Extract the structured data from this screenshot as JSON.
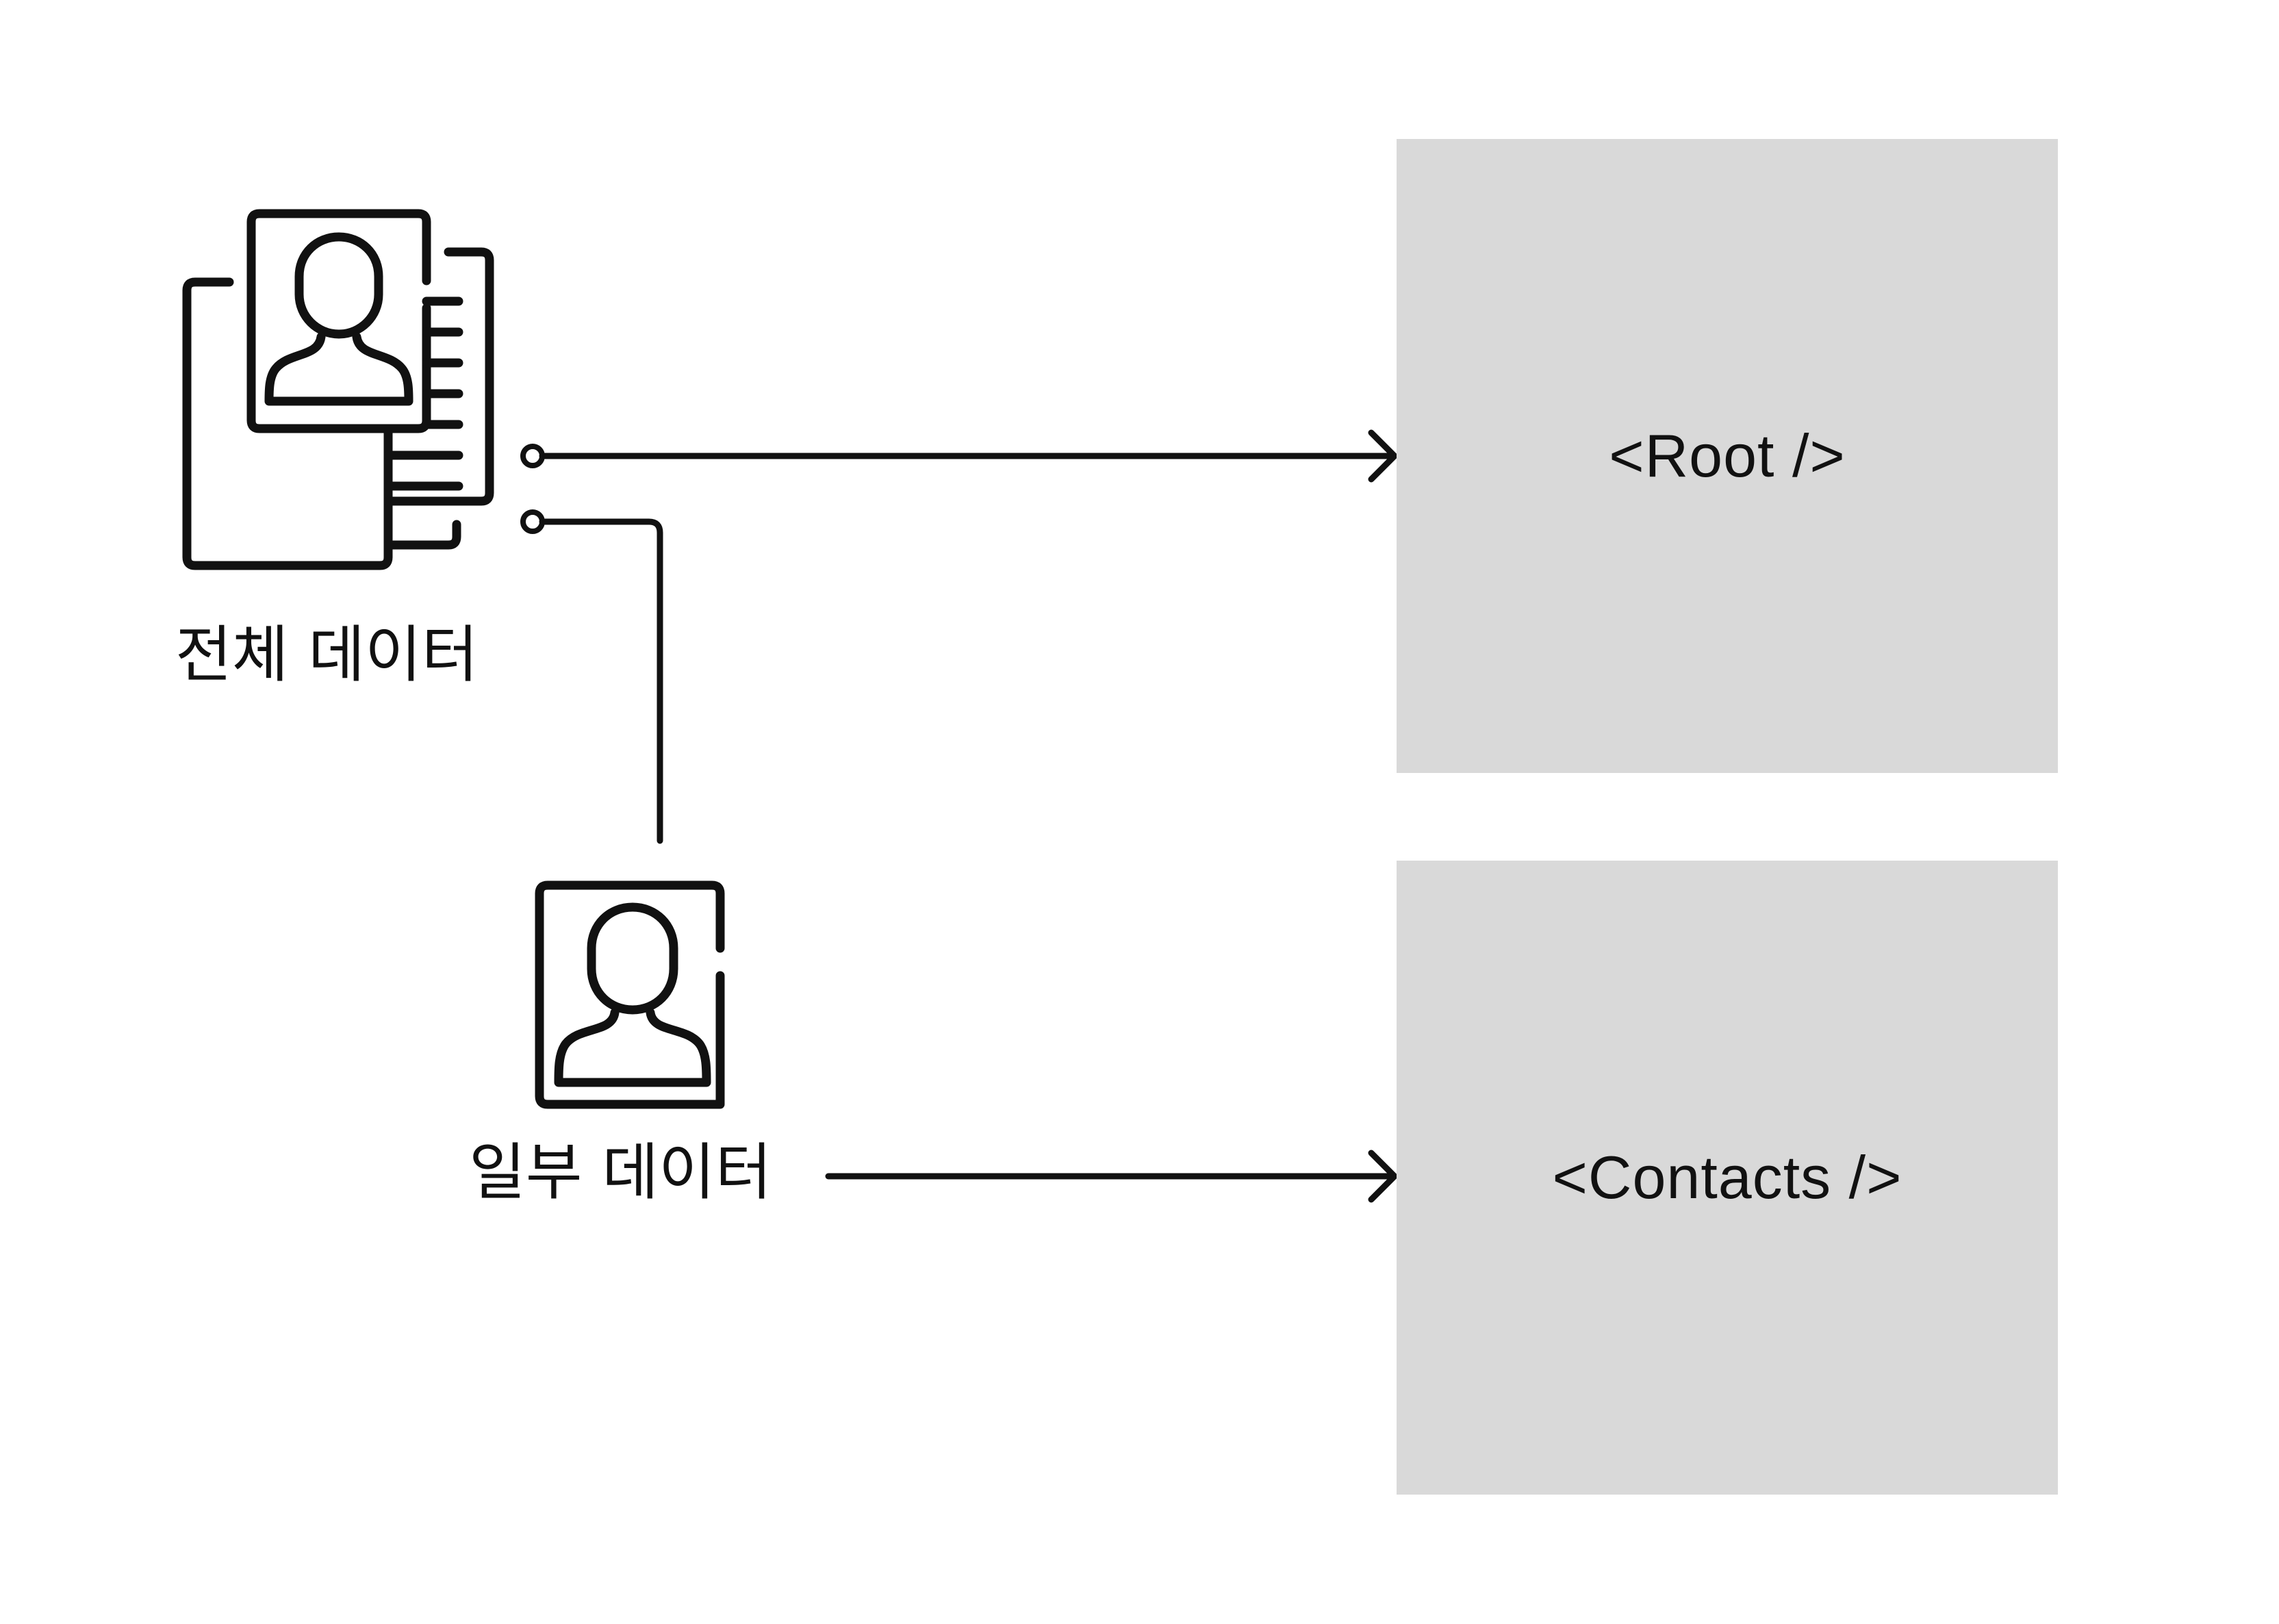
{
  "colors": {
    "background": "#ffffff",
    "box_fill": "#d9d9d9",
    "stroke": "#111111"
  },
  "nodes": {
    "all_data": {
      "label": "전체 데이터",
      "icon": "contact-cards-stack-icon"
    },
    "partial_data": {
      "label": "일부 데이터",
      "icon": "contact-card-icon"
    },
    "root": {
      "label": "<Root />"
    },
    "contacts": {
      "label": "<Contacts />"
    }
  },
  "edges": [
    {
      "from": "전체 데이터",
      "to": "<Root />"
    },
    {
      "from": "전체 데이터",
      "to": "일부 데이터"
    },
    {
      "from": "일부 데이터",
      "to": "<Contacts />"
    }
  ]
}
